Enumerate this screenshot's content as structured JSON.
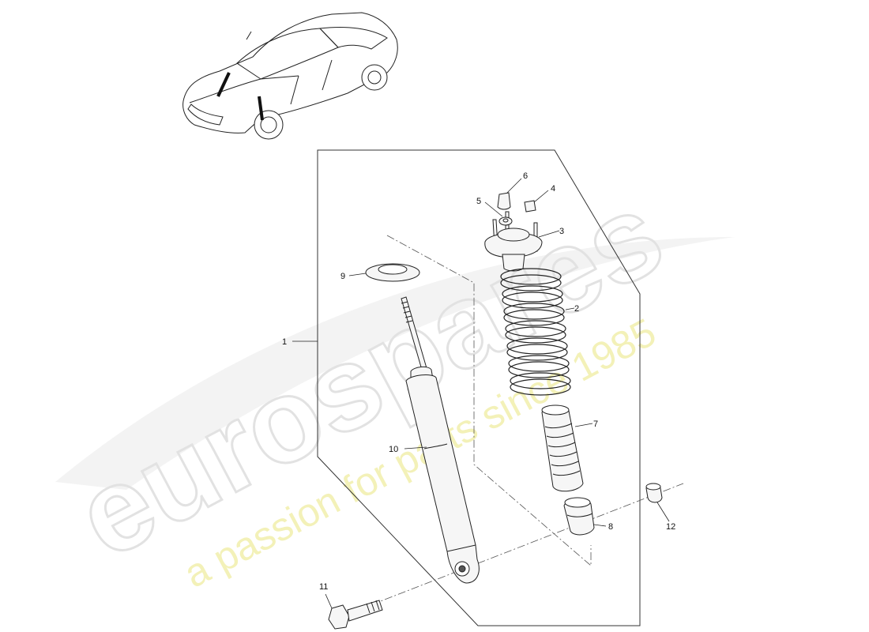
{
  "diagram": {
    "callouts": [
      {
        "id": "1",
        "label": "1"
      },
      {
        "id": "2",
        "label": "2"
      },
      {
        "id": "3",
        "label": "3"
      },
      {
        "id": "4",
        "label": "4"
      },
      {
        "id": "5",
        "label": "5"
      },
      {
        "id": "6",
        "label": "6"
      },
      {
        "id": "7",
        "label": "7"
      },
      {
        "id": "8",
        "label": "8"
      },
      {
        "id": "9",
        "label": "9"
      },
      {
        "id": "10",
        "label": "10"
      },
      {
        "id": "11",
        "label": "11"
      },
      {
        "id": "12",
        "label": "12"
      }
    ]
  },
  "watermark": {
    "logo_text": "eurospares",
    "tagline": "a passion for parts since 1985",
    "logo_color": "#e8e8e8",
    "tagline_color": "#f3f1b8"
  },
  "colors": {
    "line": "#222222",
    "part_fill": "#f6f6f6",
    "frame": "#333333"
  }
}
